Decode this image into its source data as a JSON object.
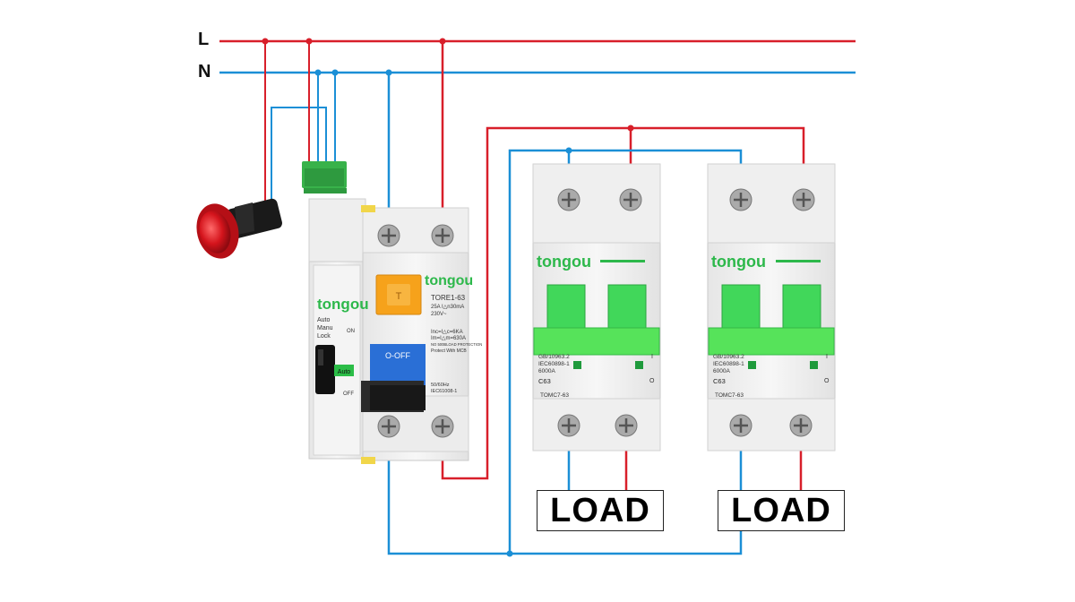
{
  "buses": {
    "line": "L",
    "neutral": "N"
  },
  "colors": {
    "line": "#d81f2a",
    "neutral": "#1b8fd6",
    "brand_green": "#2db84b",
    "handle_green": "#56e35a",
    "orange": "#f6a21b"
  },
  "rcbo": {
    "brand": "tongou",
    "model": "TORE1-63",
    "rating": "25A I△n30mA",
    "voltage": "230V~",
    "inc": "Inc=I△c=6KA",
    "im": "Im=I△m=630A",
    "protect1": "NO 500BLOAD PROTECTION",
    "protect2": "Protect With MCB",
    "freq": "50/60Hz",
    "standard": "IEC61008-1",
    "test_button": "T",
    "handle": "O-OFF",
    "mode_auto": "Auto",
    "mode_manu": "Manu",
    "mode_lock": "Lock",
    "on": "ON",
    "off": "OFF",
    "auto_badge": "Auto"
  },
  "mcbs": [
    {
      "brand": "tongou",
      "std1": "GB/10963.2",
      "std2": "IEC60898-1",
      "breaking": "6000A",
      "curve": "C63",
      "model": "TOMC7-63",
      "on_mark": "I",
      "off_mark": "O"
    },
    {
      "brand": "tongou",
      "std1": "GB/10963.2",
      "std2": "IEC60898-1",
      "breaking": "6000A",
      "curve": "C63",
      "model": "TOMC7-63",
      "on_mark": "I",
      "off_mark": "O"
    }
  ],
  "loads": [
    "LOAD",
    "LOAD"
  ]
}
